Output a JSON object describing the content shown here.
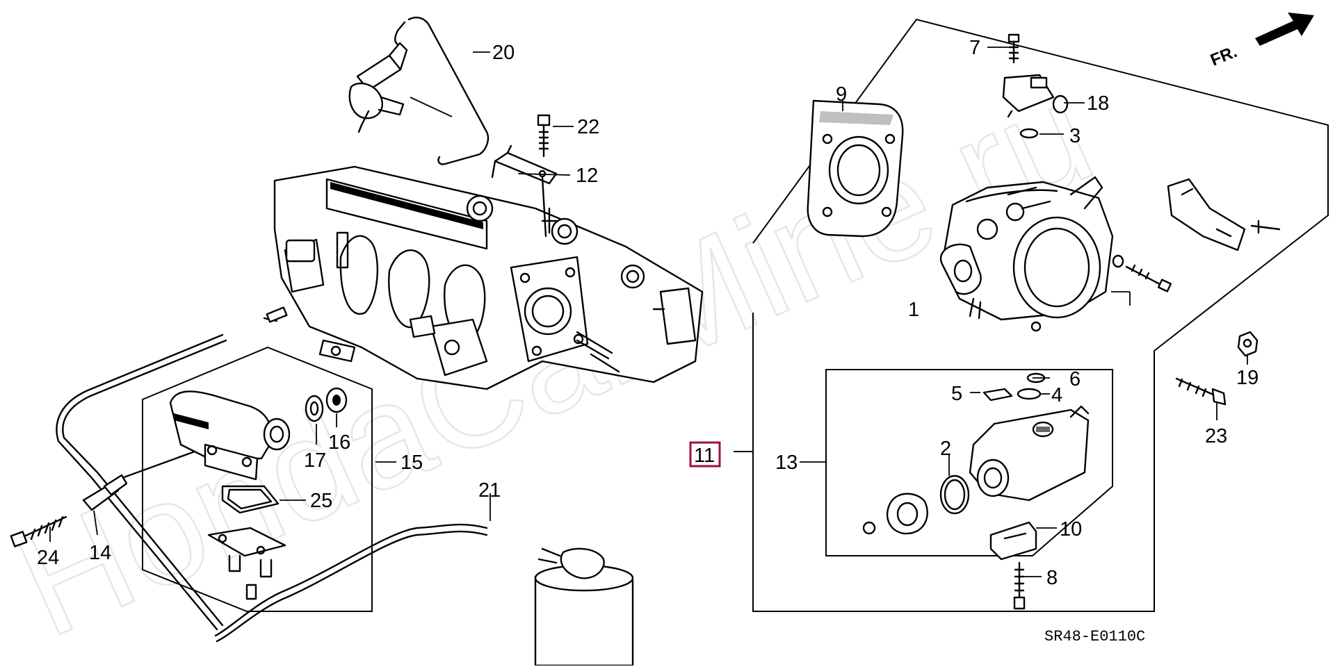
{
  "diagram": {
    "reference_code": "SR48-E0110C",
    "watermark": "HondaCarMine.ru",
    "direction_label": "FR.",
    "highlighted_group": "11",
    "callouts": [
      {
        "id": "c1",
        "number": "1"
      },
      {
        "id": "c2",
        "number": "2"
      },
      {
        "id": "c3",
        "number": "3"
      },
      {
        "id": "c4",
        "number": "4"
      },
      {
        "id": "c5",
        "number": "5"
      },
      {
        "id": "c6",
        "number": "6"
      },
      {
        "id": "c7",
        "number": "7"
      },
      {
        "id": "c8",
        "number": "8"
      },
      {
        "id": "c9",
        "number": "9"
      },
      {
        "id": "c10",
        "number": "10"
      },
      {
        "id": "c12",
        "number": "12"
      },
      {
        "id": "c13",
        "number": "13"
      },
      {
        "id": "c14",
        "number": "14"
      },
      {
        "id": "c15",
        "number": "15"
      },
      {
        "id": "c16",
        "number": "16"
      },
      {
        "id": "c17",
        "number": "17"
      },
      {
        "id": "c18",
        "number": "18"
      },
      {
        "id": "c19",
        "number": "19"
      },
      {
        "id": "c20",
        "number": "20"
      },
      {
        "id": "c21",
        "number": "21"
      },
      {
        "id": "c22",
        "number": "22"
      },
      {
        "id": "c23",
        "number": "23"
      },
      {
        "id": "c24",
        "number": "24"
      },
      {
        "id": "c25",
        "number": "25"
      }
    ],
    "colors": {
      "ink": "#000000",
      "highlight": "#a0103a",
      "watermark": "#e6e6e6",
      "background": "#ffffff"
    }
  }
}
